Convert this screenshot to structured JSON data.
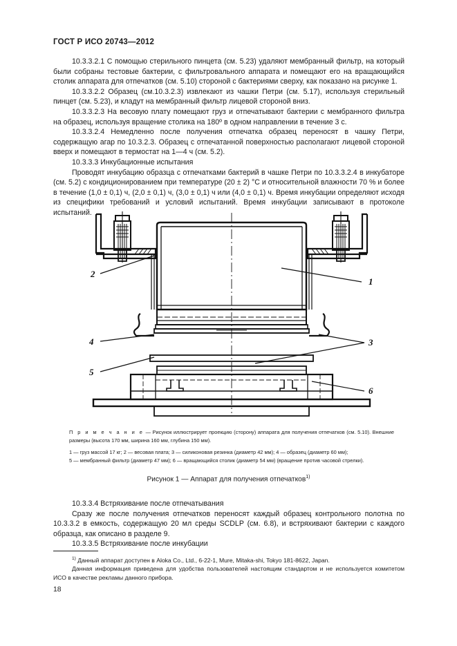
{
  "header": {
    "standard_title": "ГОСТ Р ИСО 20743—2012"
  },
  "body_top": {
    "paragraphs": [
      "10.3.3.2.1  С помощью стерильного пинцета (см. 5.23) удаляют мембранный фильтр, на который были собраны тестовые бактерии, с фильтровального аппарата и помещают его на вращающийся столик аппарата для отпечатков (см. 5.10) стороной с бактериями сверху, как показано на рисунке 1.",
      "10.3.3.2.2  Образец (см.10.3.2.3) извлекают из чашки Петри (см. 5.17), используя стерильный пинцет (см. 5.23), и кладут на мембранный фильтр лицевой стороной вниз.",
      "10.3.3.2.3  На весовую плату помещают груз и отпечатывают бактерии с мембранного фильтра на образец, используя вращение столика на 180º в одном направлении в течение 3 с.",
      "10.3.3.2.4  Немедленно после получения отпечатка образец переносят в чашку Петри, содержащую агар по 10.3.2.3. Образец с отпечатанной поверхностью располагают лицевой стороной вверх и помещают в термостат на 1—4 ч (см. 5.2).",
      "10.3.3.3  Инкубационные испытания",
      "Проводят инкубацию образца с отпечатками бактерий в чашке Петри по 10.3.3.2.4 в инкубаторе (см. 5.2) с кондиционированием при температуре (20 ± 2) °С и относительной влажности 70 % и более в течение (1,0 ± 0,1) ч, (2,0 ± 0,1) ч, (3,0 ± 0,1) ч или (4,0 ± 0,1) ч. Время инкубации определяют исходя из специфики требований и условий испытаний. Время инкубации записывают в протоколе испытаний."
    ]
  },
  "figure": {
    "callouts": [
      {
        "id": "1",
        "label": "1"
      },
      {
        "id": "2",
        "label": "2"
      },
      {
        "id": "3",
        "label": "3"
      },
      {
        "id": "4",
        "label": "4"
      },
      {
        "id": "5",
        "label": "5"
      },
      {
        "id": "6",
        "label": "6"
      }
    ],
    "note_label": "П р и м е ч а н и е",
    "note_text": " — Рисунок иллюстрирует проекцию (сторону) аппарата для получения отпечатков (см. 5.10). Внешние размеры (высота 170 мм, ширина 160 мм, глубина 150 мм).",
    "legend_line_1": "1 — груз массой 17 кг; 2 — весовая плата; 3 — силиконовая резинка (диаметр 42 мм); 4 — образец (диаметр 60 мм);",
    "legend_line_2": "5 — мембранный фильтр (диаметр 47 мм); 6 — вращающийся столик (диаметр 54 мм) (вращение против часовой стрелки).",
    "caption": "Рисунок 1 — Аппарат для получения отпечатков",
    "caption_footnote_marker": "1)"
  },
  "body_bottom": {
    "paragraphs": [
      "10.3.3.4  Встряхивание после отпечатывания",
      "Сразу же после получения отпечатков переносят каждый образец контрольного полотна по 10.3.3.2 в емкость, содержащую 20 мл среды SCDLP (см. 6.8), и встряхивают бактерии с каждого образца, как описано в разделе 9.",
      "10.3.3.5  Встряхивание после инкубации"
    ]
  },
  "footnote": {
    "marker": "1)",
    "line_1": " Данный аппарат доступен в Aloka Co., Ltd., 6-22-1, Mure, Mitaka-shi, Tokyo 181-8622, Japan.",
    "line_2": "Данная информация приведена для удобства пользователей настоящим стандартом и не используется комитетом ИСО в качестве рекламы данного прибора."
  },
  "page_number": "18"
}
